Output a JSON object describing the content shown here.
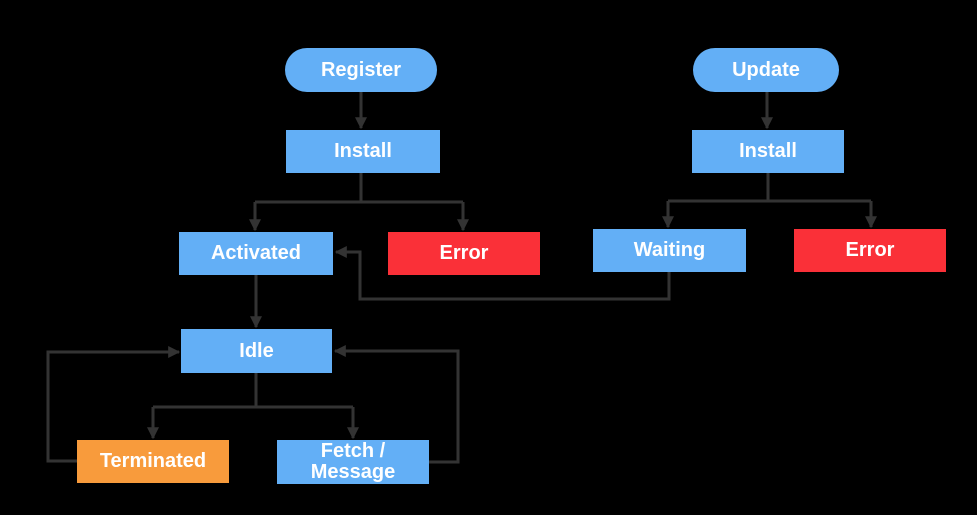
{
  "colors": {
    "background": "#000000",
    "node_blue": "#63AFF6",
    "node_red": "#FA3038",
    "node_orange": "#F89B3C",
    "line": "#333333",
    "label_text": "#FFFFFF"
  },
  "nodes": {
    "register": {
      "label": "Register",
      "color": "blue",
      "shape": "pill"
    },
    "install_left": {
      "label": "Install",
      "color": "blue",
      "shape": "rect"
    },
    "update": {
      "label": "Update",
      "color": "blue",
      "shape": "pill"
    },
    "install_right": {
      "label": "Install",
      "color": "blue",
      "shape": "rect"
    },
    "activated": {
      "label": "Activated",
      "color": "blue",
      "shape": "rect"
    },
    "error_left": {
      "label": "Error",
      "color": "red",
      "shape": "rect"
    },
    "waiting": {
      "label": "Waiting",
      "color": "blue",
      "shape": "rect"
    },
    "error_right": {
      "label": "Error",
      "color": "red",
      "shape": "rect"
    },
    "idle": {
      "label": "Idle",
      "color": "blue",
      "shape": "rect"
    },
    "terminated": {
      "label": "Terminated",
      "color": "orange",
      "shape": "rect"
    },
    "fetch_message": {
      "line1": "Fetch /",
      "line2": "Message",
      "color": "blue",
      "shape": "rect"
    }
  },
  "edges": [
    {
      "from": "register",
      "to": "install_left"
    },
    {
      "from": "install_left",
      "to": "activated"
    },
    {
      "from": "install_left",
      "to": "error_left"
    },
    {
      "from": "activated",
      "to": "idle"
    },
    {
      "from": "waiting",
      "to": "activated"
    },
    {
      "from": "idle",
      "to": "terminated"
    },
    {
      "from": "idle",
      "to": "fetch_message"
    },
    {
      "from": "terminated",
      "to": "idle"
    },
    {
      "from": "fetch_message",
      "to": "idle"
    },
    {
      "from": "update",
      "to": "install_right"
    },
    {
      "from": "install_right",
      "to": "waiting"
    },
    {
      "from": "install_right",
      "to": "error_right"
    }
  ]
}
